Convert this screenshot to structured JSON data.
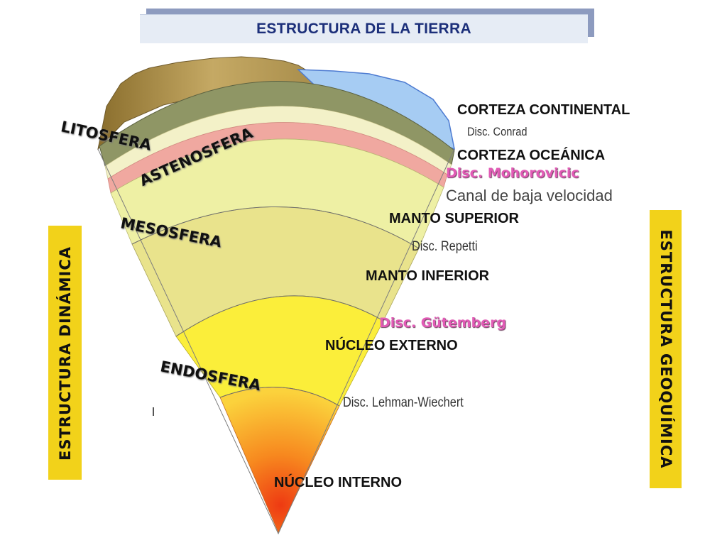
{
  "title": "ESTRUCTURA DE LA TIERRA",
  "curved_labels": {
    "litosfera": "LITOSFERA",
    "astenosfera": "ASTENOSFERA",
    "mesosfera": "MESOSFERA",
    "endosfera": "ENDOSFERA"
  },
  "layer_labels": {
    "corteza_continental": "CORTEZA CONTINENTAL",
    "corteza_oceanica": "CORTEZA OCEÁNICA",
    "manto_superior": "MANTO SUPERIOR",
    "manto_inferior": "MANTO INFERIOR",
    "nucleo_externo": "NÚCLEO EXTERNO",
    "nucleo_interno": "NÚCLEO INTERNO"
  },
  "discontinuities": {
    "conrad": "Disc. Conrad",
    "mohorovicic": "Disc. Mohorovicic",
    "canal": "Canal de baja velocidad",
    "repetti": "Disc. Repetti",
    "gutemberg": "Disc. Gütemberg",
    "lehman": "Disc. Lehman-Wiechert"
  },
  "side_labels": {
    "dinamica": "ESTRUCTURA DINÁMICA",
    "geoquimica": "ESTRUCTURA GEOQUÍMICA"
  },
  "colors": {
    "continental_crust": "#b99c58",
    "oceanic_crust": "#a6ccf3",
    "lithosphere_band": "#8f9665",
    "asthenosphere": "#f0a8a0",
    "upper_mantle": "#eef0a4",
    "lower_mantle": "#e9e38c",
    "outer_core": "#fbee3a",
    "inner_core": "#f26418",
    "side_bar": "#f2d21a",
    "mohorovicic_text": "#e25bb6"
  }
}
